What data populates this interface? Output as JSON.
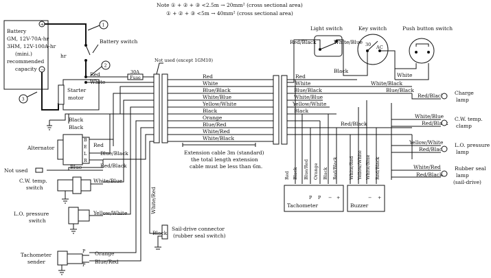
{
  "note": {
    "line1": "Note ① + ② + ③ <2.5m → 20mm² (cross sectional area)",
    "line2": "① + ② + ③ <5m → 40mm² (cross sectional area)"
  },
  "battery": {
    "l1": "Battery",
    "l2": "GM, 12V-70A-hr",
    "l3": "3HM, 12V-100A-hr",
    "l4": "(mini.)",
    "l5": "recommended",
    "l6": "capacity",
    "plus": "+",
    "minus": "−"
  },
  "callouts": {
    "c1": "1",
    "c2": "2",
    "c3": "3"
  },
  "hr": "hr",
  "battery_switch": "Battery switch",
  "starter_motor": [
    "Starter",
    "motor"
  ],
  "fuse": {
    "amp": "30A",
    "label": "Fuse"
  },
  "not_used_top": "Not used (except 1GM10)",
  "wire_colors": [
    "Red",
    "White",
    "Blue/Black",
    "White/Blue",
    "Yellow/White",
    "Black",
    "Orange",
    "Blue/Red",
    "White/Red",
    "White/Black"
  ],
  "left_labels": {
    "red": "Red",
    "white": "White",
    "black1": "Black",
    "black2": "Black",
    "red_alt": "Red",
    "blue_black": "Blue/Black",
    "red_black": "Red/Black",
    "blue": "Blue",
    "white_red": "White/Red",
    "black_sail": "Black"
  },
  "alternator": {
    "label": "Alternator",
    "terminals": [
      "B",
      "E",
      "L",
      "R"
    ]
  },
  "not_used_left": "Not used",
  "cw_temp_switch": [
    "C.W. temp.",
    "switch"
  ],
  "cw_wire": "White/Blue",
  "lo_pressure_switch": [
    "L.O. pressure",
    "switch"
  ],
  "lo_wire": "Yellow/White",
  "tacho_sender": [
    "Tachometer",
    "sender"
  ],
  "tacho_wires": [
    "Orange",
    "Blue/Red"
  ],
  "tacho_p": [
    "P",
    "P"
  ],
  "extension": [
    "Extension cable 3m (standard)",
    "the total length extension",
    "cable must be less than 6m."
  ],
  "sail_connector": [
    "Sail-drive connector",
    "(rubber seal switch)"
  ],
  "light_switch": "Light switch",
  "key_switch": {
    "label": "Key switch",
    "t30": "30",
    "tac": "AC"
  },
  "push_switch": "Push button switch",
  "top_wires": {
    "red_black": "Red/Black",
    "white_blue": "White/Blue",
    "black": "Black",
    "white": "White"
  },
  "panel_wires": [
    "Red",
    "White",
    "Blue/Black",
    "White/Blue",
    "Yellow/White",
    "Black"
  ],
  "lamps": [
    {
      "wires": [
        "Red/Black"
      ],
      "name": [
        "Charge",
        "lamp"
      ]
    },
    {
      "wires": [
        "White/Blue",
        "Red/Black"
      ],
      "name": [
        "C.W. temp.",
        "clamp"
      ]
    },
    {
      "wires": [
        "Yellow/White",
        "Red/Black"
      ],
      "name": [
        "L.O. pressure",
        "lamp"
      ]
    },
    {
      "wires": [
        "White/Red",
        "Red/Black"
      ],
      "name": [
        "Rubber seal",
        "lamp",
        "(sail-drive)"
      ]
    }
  ],
  "panel_extra": {
    "red_black": "Red/Black",
    "white_black": "White/Black",
    "blue_black": "Blue/Black"
  },
  "tachometer": {
    "label": "Tachometer",
    "wires": [
      "Red",
      "Black",
      "Blue/Red",
      "Orange",
      "Black",
      "Red/Black"
    ],
    "terms": [
      "P",
      "P",
      "−",
      "+"
    ]
  },
  "buzzer": {
    "label": "Buzzer",
    "wires": [
      "White/Red",
      "Yellow/White",
      "White/Blue",
      "Red/Black"
    ],
    "terms": [
      "−",
      "+"
    ]
  }
}
